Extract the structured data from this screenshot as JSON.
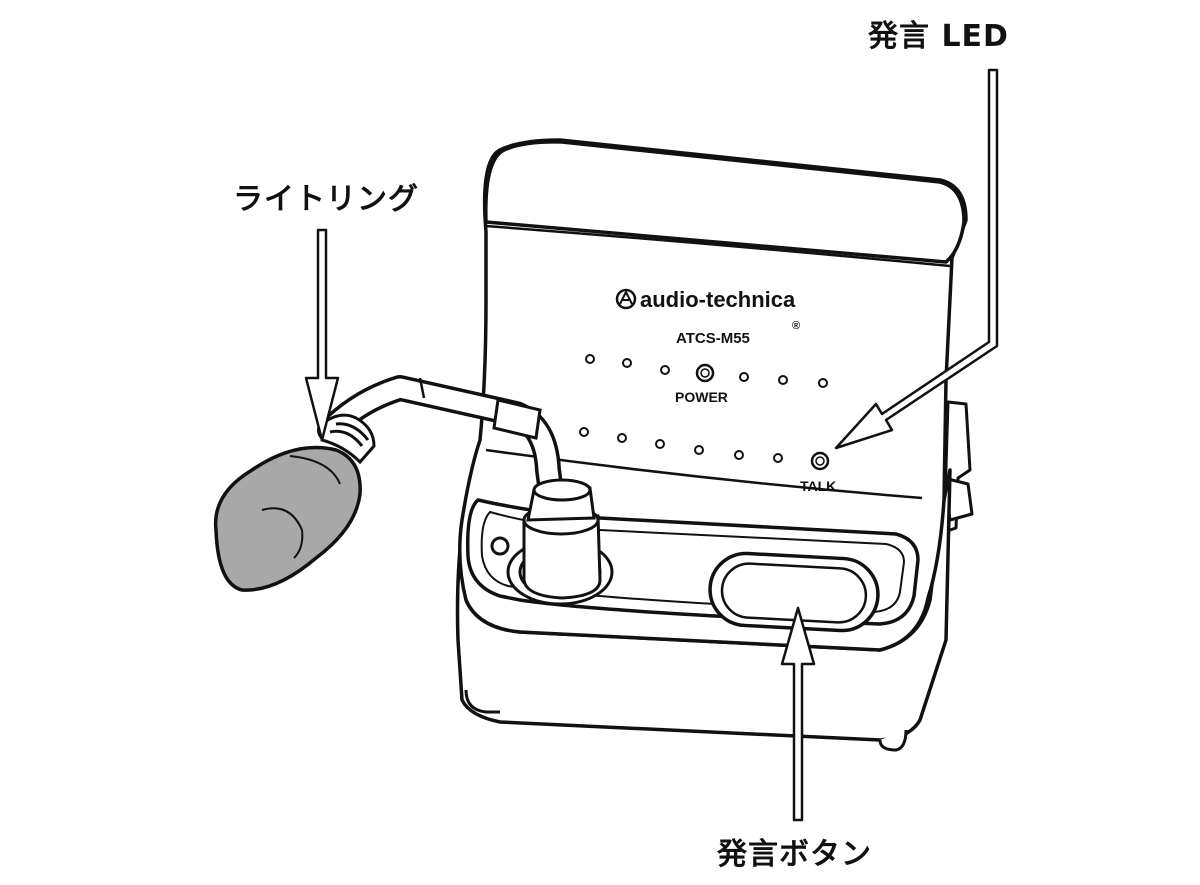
{
  "callouts": {
    "light_ring": "ライトリング",
    "talk_led": "発言 LED",
    "talk_button": "発言ボタン"
  },
  "device": {
    "brand": "audio-technica",
    "registered_mark": "®",
    "model": "ATCS-M55",
    "power_label": "POWER",
    "talk_label": "TALK"
  },
  "colors": {
    "outline": "#111111",
    "mic_head": "#a8a8a8",
    "body": "#ffffff"
  }
}
